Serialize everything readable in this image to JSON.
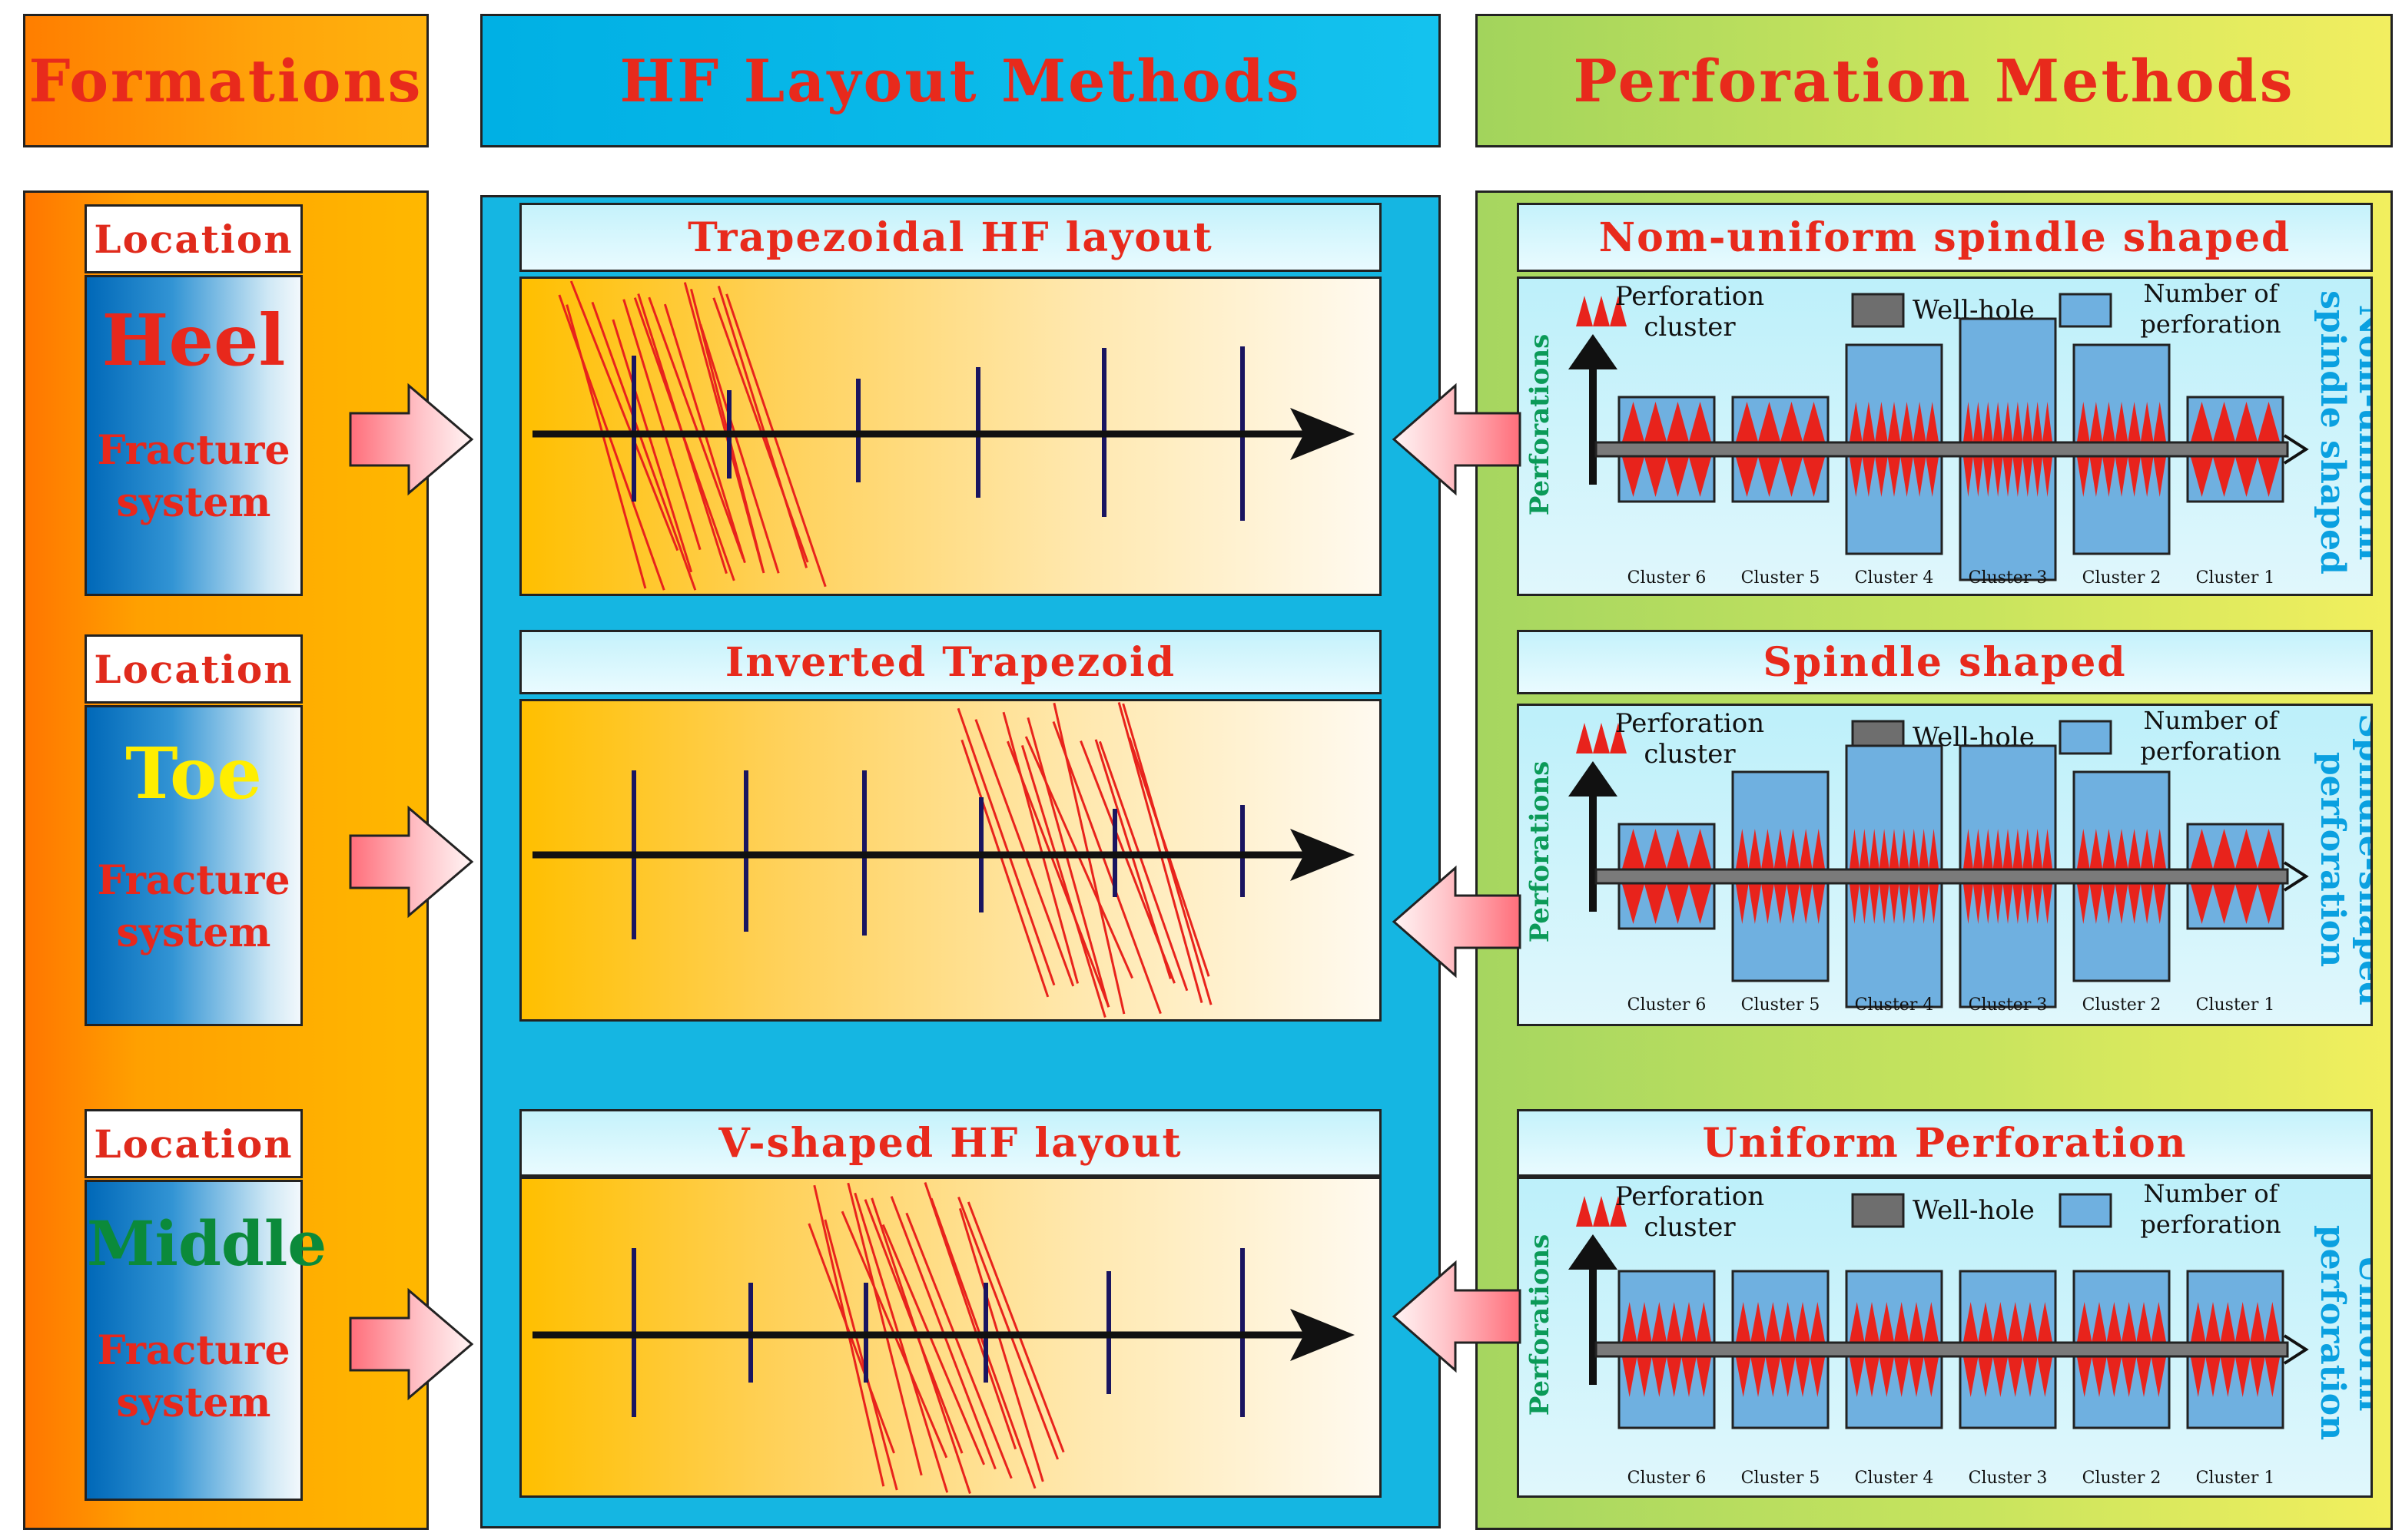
{
  "headers": {
    "formations": "Formations",
    "layout": "HF Layout Methods",
    "perforation": "Perforation Methods"
  },
  "formations": [
    {
      "label": "Location",
      "name": "Heel",
      "name_color": "#e8281c",
      "sub1": "Fracture",
      "sub2": "system"
    },
    {
      "label": "Location",
      "name": "Toe",
      "name_color": "#ffee00",
      "sub1": "Fracture",
      "sub2": "system"
    },
    {
      "label": "Location",
      "name": "Middle",
      "name_color": "#0b8a3a",
      "sub1": "Fracture",
      "sub2": "system"
    }
  ],
  "layouts": [
    {
      "title": "Trapezoidal HF layout"
    },
    {
      "title": "Inverted Trapezoid"
    },
    {
      "title": "V-shaped HF layout"
    }
  ],
  "perforations": [
    {
      "title": "Nom-uniform spindle shaped",
      "side_line1": "Nom-uniform",
      "side_line2": "spindle shaped",
      "cluster_heights": [
        2,
        2,
        4,
        5,
        4,
        2
      ],
      "spike_counts": [
        4,
        4,
        7,
        9,
        7,
        4
      ]
    },
    {
      "title": "Spindle shaped",
      "side_line1": "Spindle-shaped",
      "side_line2": "perforation",
      "cluster_heights": [
        2,
        4,
        5,
        5,
        4,
        2
      ],
      "spike_counts": [
        4,
        7,
        9,
        9,
        7,
        4
      ]
    },
    {
      "title": "Uniform Perforation",
      "side_line1": "Uniform",
      "side_line2": "perforation",
      "cluster_heights": [
        3,
        3,
        3,
        3,
        3,
        3
      ],
      "spike_counts": [
        6,
        6,
        6,
        6,
        6,
        6
      ]
    }
  ],
  "legend": {
    "cluster_line1": "Perforation",
    "cluster_line2": "cluster",
    "wellhole": "Well-hole",
    "number_line1": "Number of",
    "number_line2": "perforation",
    "y_axis": "Perforations"
  },
  "clusters": [
    "Cluster 6",
    "Cluster 5",
    "Cluster 4",
    "Cluster 3",
    "Cluster 2",
    "Cluster 1"
  ],
  "colors": {
    "title_red": "#e82a1c",
    "fracture_red": "#e8231c",
    "stage_navy": "#1a1560",
    "bar_blue": "#6fb0e0",
    "side_blue": "#0aa0e0",
    "y_axis_green": "#0b9a58"
  }
}
